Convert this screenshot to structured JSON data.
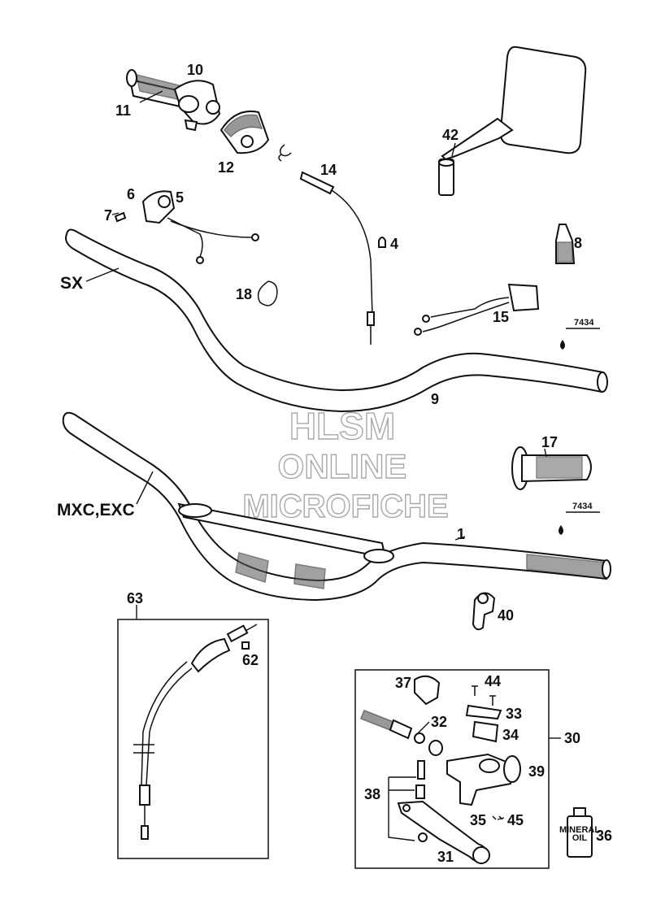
{
  "watermark": [
    "HLSM",
    "ONLINE",
    "MICROFICHE"
  ],
  "variants": {
    "sx": "SX",
    "mxc_exc": "MXC,EXC"
  },
  "callouts": {
    "p1": "1",
    "p4": "4",
    "p5": "5",
    "p6": "6",
    "p7": "7",
    "p8": "8",
    "p9": "9",
    "p10": "10",
    "p11": "11",
    "p12": "12",
    "p14": "14",
    "p15": "15",
    "p17": "17",
    "p18": "18",
    "p30": "30",
    "p31": "31",
    "p32": "32",
    "p33": "33",
    "p34": "34",
    "p35": "35",
    "p36": "36",
    "p37": "37",
    "p38": "38",
    "p39": "39",
    "p40": "40",
    "p42": "42",
    "p44": "44",
    "p45": "45",
    "p62": "62",
    "p63": "63",
    "ref_a": "7434",
    "ref_b": "7434"
  },
  "labels": {
    "oil_bottle": [
      "MINERAL",
      "OIL"
    ]
  }
}
